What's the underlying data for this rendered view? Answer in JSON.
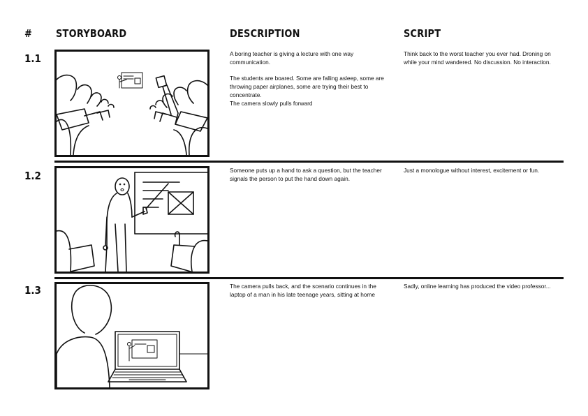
{
  "headers": {
    "number": "#",
    "storyboard": "STORYBOARD",
    "description": "DESCRIPTION",
    "script": "SCRIPT"
  },
  "rows": [
    {
      "number": "1.1",
      "description": "A boring teacher is giving a lecture with one way communication.\n\nThe students are boared. Some are falling asleep, some are throwing paper airplanes, some are trying their best to concentrate.\nThe camera slowly pulls forward",
      "script": "Think back to the worst teacher you ever had. Droning on while your mind wandered. No discussion. No interaction."
    },
    {
      "number": "1.2",
      "description": "Someone puts up a hand to ask a question, but the teacher signals the person to put the hand down again.",
      "script": "Just a monologue without interest, excitement or fun."
    },
    {
      "number": "1.3",
      "description": "The camera pulls back, and the scenario continues in the laptop of a man in his late teenage years, sitting at home",
      "script": "Sadly, online learning has produced the video professor..."
    }
  ]
}
